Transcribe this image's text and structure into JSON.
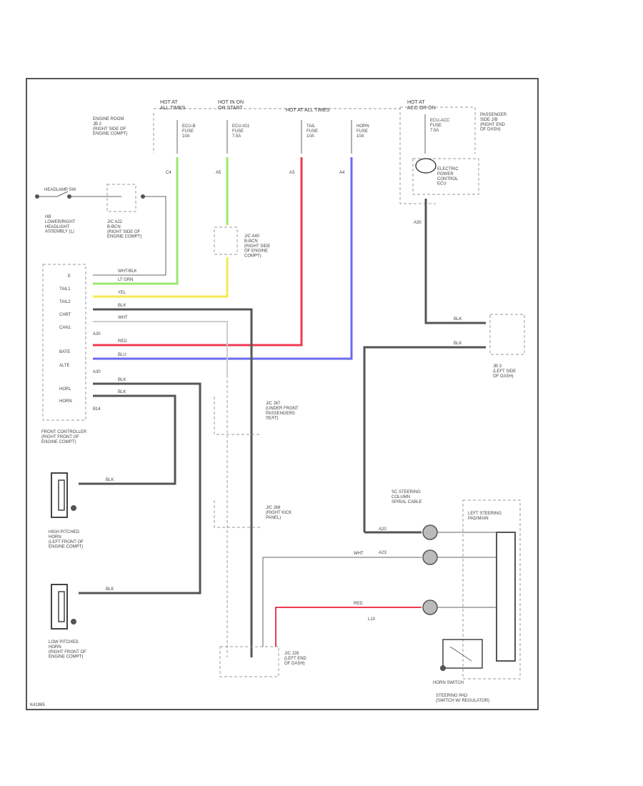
{
  "colors": {
    "lt_grn": "#9ae86e",
    "yel": "#f2ea52",
    "red": "#ee3b52",
    "blu": "#6a6af0",
    "blk": "#555555",
    "wht": "#dddddd"
  },
  "hot_labels": {
    "hot1": "HOT AT\nALL TIMES",
    "hot2": "HOT IN ON\nOR START",
    "hot3": "HOT AT ALL TIMES",
    "hot4": "HOT AT\nACC OR ON"
  },
  "engine_room_jb": "ENGINE ROOM\nJB 2\n(RIGHT SIDE OF\nENGINE COMPT)",
  "fuses": {
    "f1": "ECU-B\nFUSE\n10A",
    "f2": "ECU-IG1\nFUSE\n7.5A",
    "f3": "TAIL\nFUSE\n10A",
    "f4": "HORN\nFUSE\n10A",
    "f5": "ECU-ACC\nFUSE\n7.5A"
  },
  "wire_labels": {
    "lt_grn": "LT GRN",
    "yel": "YEL",
    "red": "RED",
    "blu": "BLU",
    "blk": "BLK",
    "wht": "WHT",
    "wht_blk": "WHT/BLK"
  },
  "components": {
    "headlight": "HB\nLOWER/RIGHT\nHEADLIGHT\nASSEMBLY (L)",
    "jc1": "J/C A22\nB-BCN\n(RIGHT SIDE OF\nENGINE COMPT)",
    "jc2": "J/C A40\nB-BCN\n(RIGHT SIDE\nOF ENGINE\nCOMPT)",
    "front_controller": "FRONT CONTROLLER\n(RIGHT FRONT OF\nENGINE COMPT)",
    "hi_horn": "HIGH PITCHED\nHORN\n(LEFT FRONT OF\nENGINE COMPT)",
    "lo_horn": "LOW PITCHED\nHORN\n(RIGHT FRONT OF\nENGINE COMPT)",
    "jc_j67": "J/C J67\n(UNDER FRONT\nPASSENGERS\nSEAT)",
    "jc_j68": "J/C J68\n(RIGHT KICK\nPANEL)",
    "jc_j26": "J/C J26\n(LEFT END\nOF DASH)",
    "jb3": "JB 3\n(LEFT SIDE\nOF DASH)",
    "passenger_jb": "PASSENGER\nSIDE J/B\n(RIGHT END\nOF DASH)",
    "electric_power_ecu": "ELECTRIC\nPOWER\nCONTROL\nECU",
    "sc_steering": "SC STEERING\nCOLUMN\nSPIRAL CABLE",
    "lh_steering": "LEFT STEERING\nPAD/MAIN",
    "horn_switch": "HORN SWITCH",
    "steering_pad": "STEERING PAD\n(SWITCH W/ REGULATOR)",
    "hc_sw": "HEADLAMP SW"
  },
  "pins": {
    "p1": "E",
    "p2": "TAIL1",
    "p3": "TAIL2",
    "p4": "CHRT",
    "p5": "CAN1",
    "p6": "BATE",
    "p7": "ALTE",
    "p8": "HORL",
    "p9": "HORN"
  },
  "conn_ids": {
    "c1": "C4",
    "c2": "A5",
    "c3": "A3",
    "c4": "A4",
    "c5": "A30",
    "c6": "A30",
    "c7": "A30",
    "c8": "B14",
    "c9": "A20",
    "c10": "A23",
    "c11": "L10"
  },
  "footer_code": "K41965"
}
